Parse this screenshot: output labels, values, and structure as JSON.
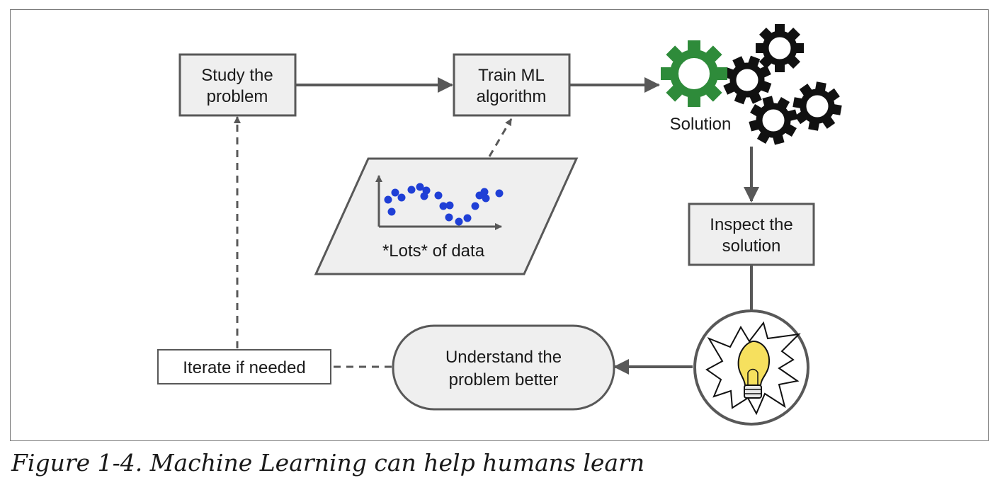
{
  "nodes": {
    "study": [
      "Study the",
      "problem"
    ],
    "train": [
      "Train ML",
      "algorithm"
    ],
    "solution": "Solution",
    "inspect": [
      "Inspect the",
      "solution"
    ],
    "understand": [
      "Understand the",
      "problem better"
    ],
    "iterate": "Iterate if needed",
    "data": "*Lots* of data"
  },
  "icons": {
    "gears": "gears-icon",
    "lightbulb": "lightbulb-icon",
    "scatter": "scatter-plot-icon"
  },
  "colors": {
    "box_fill": "#efefef",
    "stroke": "#585858",
    "gear_green": "#2e8b3a",
    "gear_black": "#111111",
    "bulb_yellow": "#f6e05e",
    "dot_blue": "#1f3fd6"
  },
  "caption": "Figure 1-4. Machine Learning can help humans learn"
}
